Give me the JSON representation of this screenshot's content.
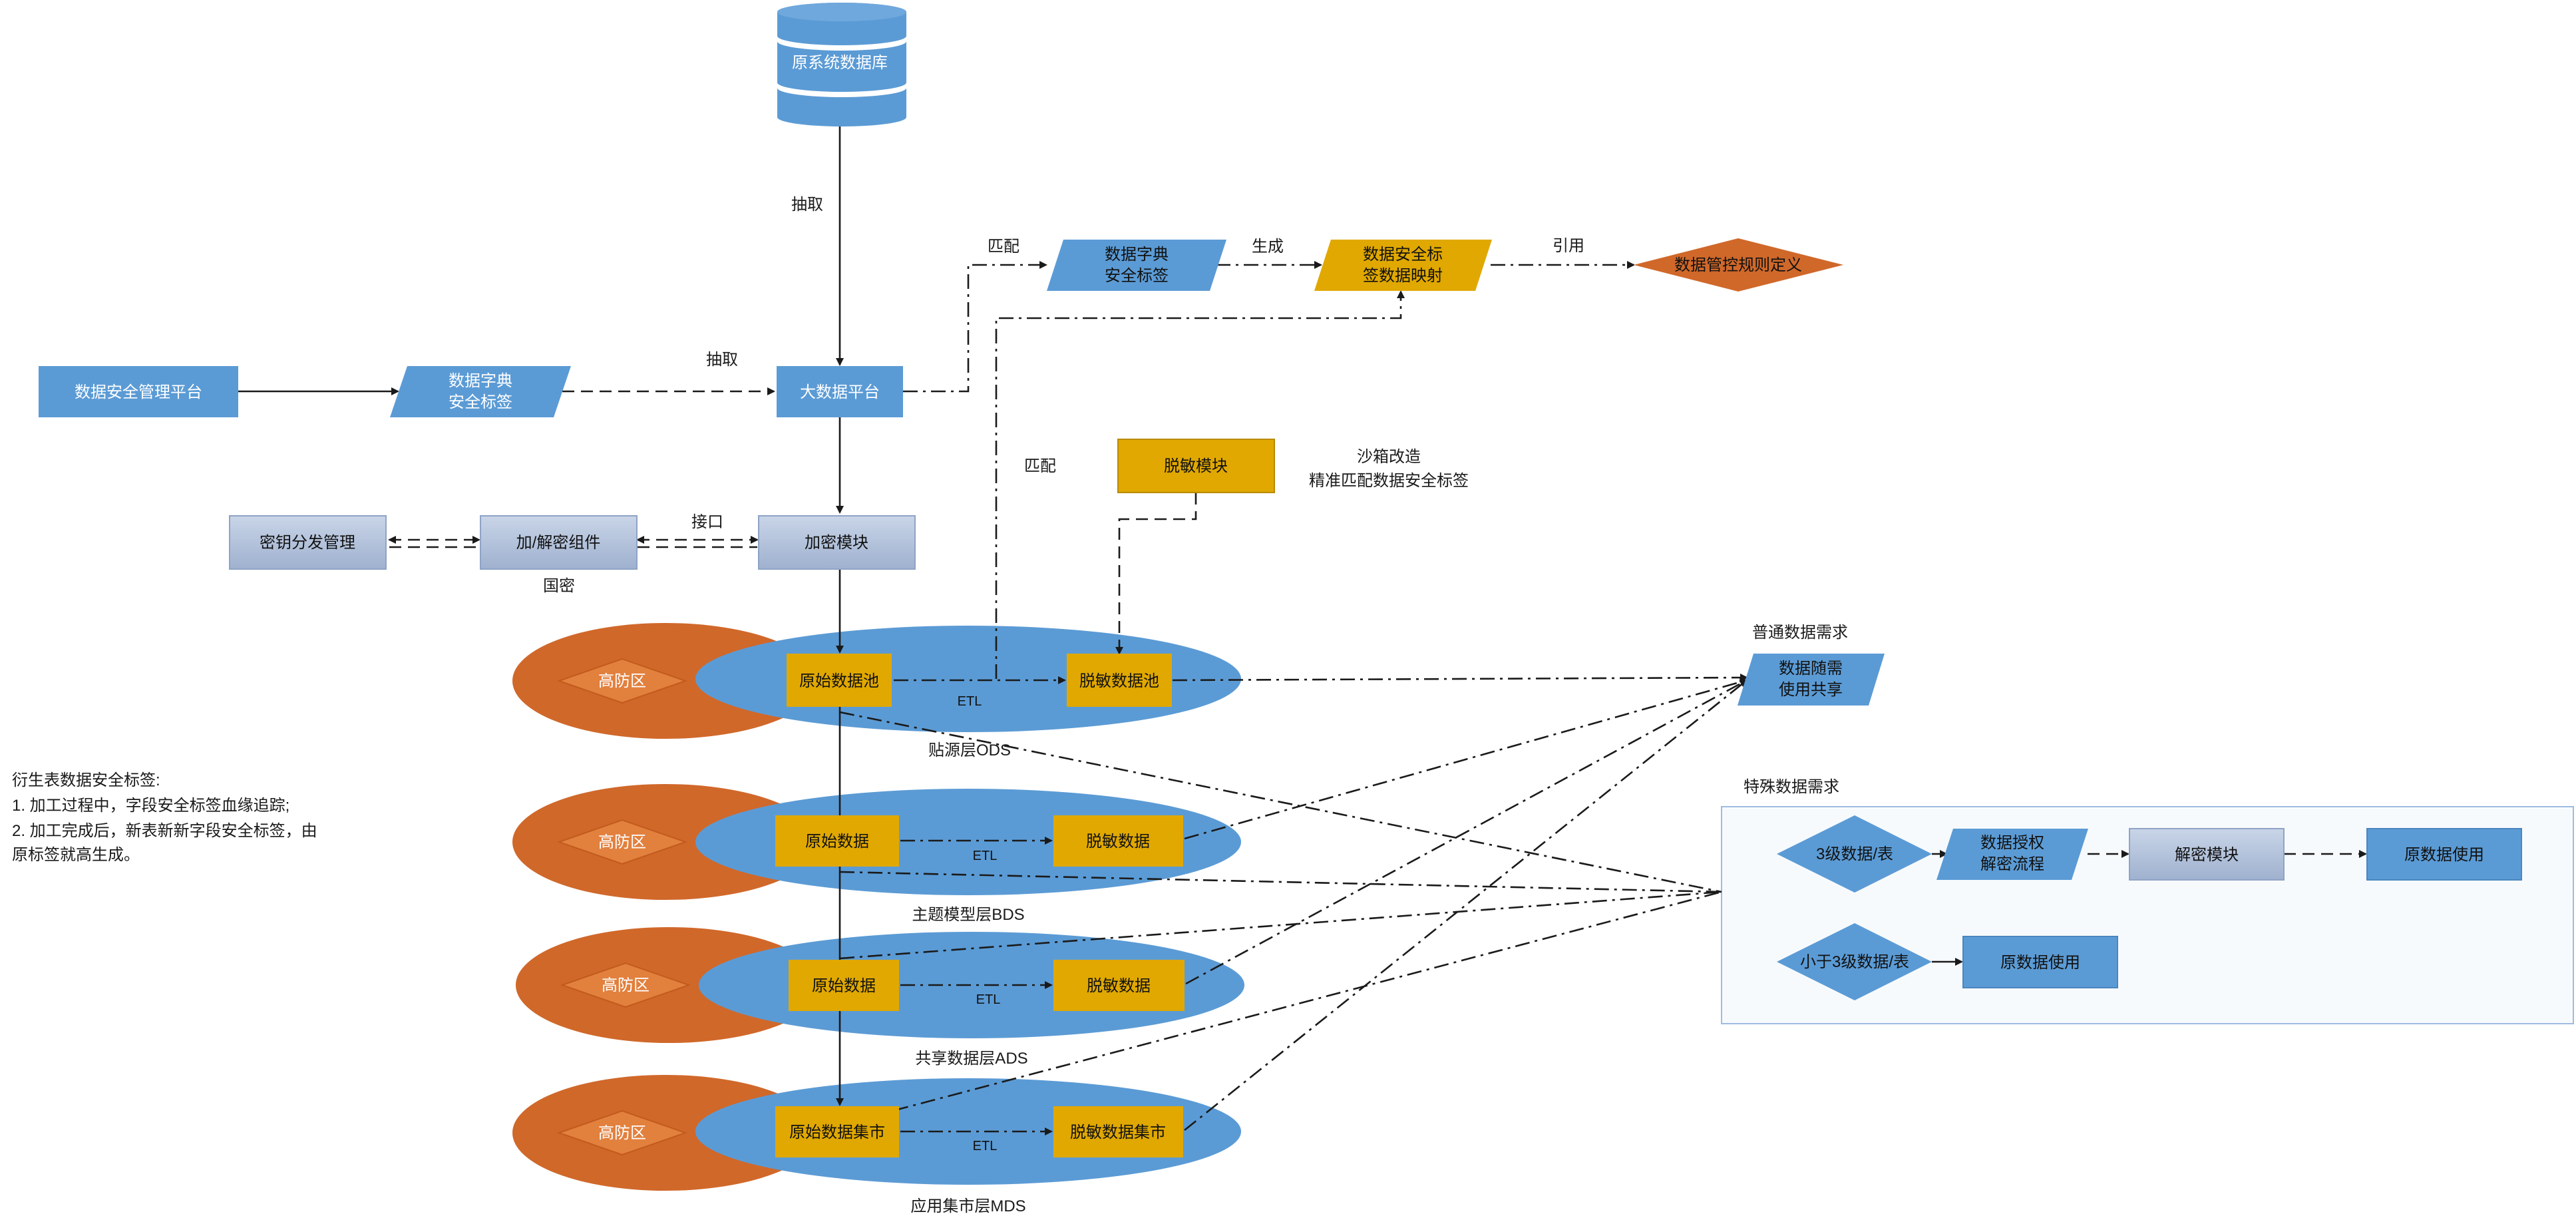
{
  "colors": {
    "blue": "#5b9bd5",
    "blue_dark": "#4a86bf",
    "gold": "#e0a800",
    "orange": "#d0682a",
    "grey_blue": "#aebcd4",
    "panel_border": "#9fbbe0",
    "panel_bg": "#f7fafd"
  },
  "nodes": {
    "source_db": "原系统数据库",
    "sec_platform": "数据安全管理平台",
    "dict_label_left": [
      "数据字典",
      "安全标签"
    ],
    "bigdata": "大数据平台",
    "dict_label_top": [
      "数据字典",
      "安全标签"
    ],
    "label_map": [
      "数据安全标",
      "签数据映射"
    ],
    "rule_def": "数据管控规则定义",
    "desens_module": "脱敏模块",
    "key_mgmt": "密钥分发管理",
    "crypto_comp": "加/解密组件",
    "encrypt_module": "加密模块",
    "raw_pool": "原始数据池",
    "desens_pool": "脱敏数据池",
    "raw_data_bds": "原始数据",
    "desens_data_bds": "脱敏数据",
    "raw_data_ads": "原始数据",
    "desens_data_ads": "脱敏数据",
    "raw_mart": "原始数据集市",
    "desens_mart": "脱敏数据集市",
    "high_def": "高防区",
    "share": [
      "数据随需",
      "使用共享"
    ],
    "level3": "3级数据/表",
    "auth_flow": [
      "数据授权",
      "解密流程"
    ],
    "decrypt_module": "解密模块",
    "raw_use_1": "原数据使用",
    "below_level3": "小于3级数据/表",
    "raw_use_2": "原数据使用"
  },
  "labels": {
    "extract_1": "抽取",
    "extract_2": "抽取",
    "match_1": "匹配",
    "match_2": "匹配",
    "generate": "生成",
    "reference": "引用",
    "interface": "接口",
    "guomi": "国密",
    "sandbox": [
      "沙箱改造",
      "精准匹配数据安全标签"
    ],
    "etl": "ETL",
    "ods": "贴源层ODS",
    "bds": "主题模型层BDS",
    "ads": "共享数据层ADS",
    "mds": "应用集市层MDS",
    "normal_demand": "普通数据需求",
    "special_demand": "特殊数据需求",
    "note": [
      "衍生表数据安全标签:",
      "1. 加工过程中，字段安全标签血缘追踪;",
      "2. 加工完成后，新表新新字段安全标签，由",
      "原标签就高生成。"
    ]
  }
}
